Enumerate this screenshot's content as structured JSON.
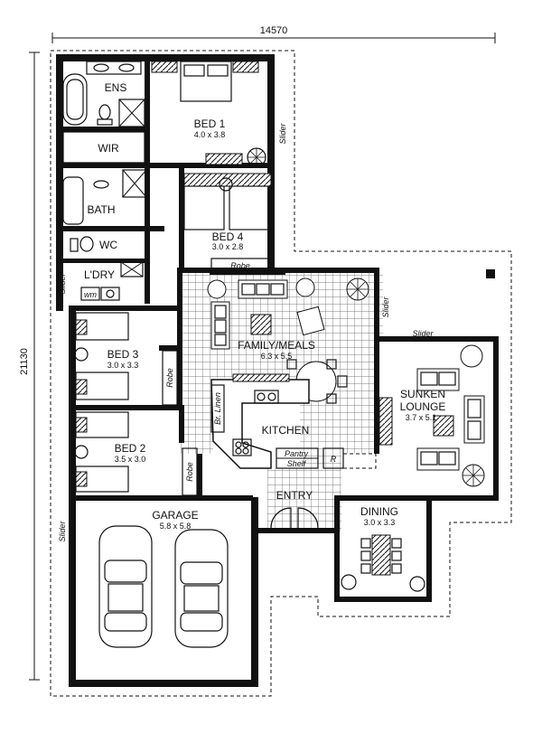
{
  "plan": {
    "overall_width": "14570",
    "overall_depth": "21130",
    "rooms": {
      "ens": "ENS",
      "bed1": {
        "name": "BED 1",
        "size": "4.0 x 3.8"
      },
      "wir": "WIR",
      "bath": "BATH",
      "bed4": {
        "name": "BED 4",
        "size": "3.0 x 2.8"
      },
      "wc": "WC",
      "ldry": "L'DRY",
      "wm": "wm",
      "bed3": {
        "name": "BED 3",
        "size": "3.0 x 3.3"
      },
      "bed2": {
        "name": "BED 2",
        "size": "3.5 x 3.0"
      },
      "family": {
        "name": "FAMILY/MEALS",
        "size": "6.3 x 5.5"
      },
      "kitchen": "KITCHEN",
      "lounge": {
        "name_line1": "SUNKEN",
        "name_line2": "LOUNGE",
        "size": "3.7 x 5.1"
      },
      "entry": "ENTRY",
      "dining": {
        "name": "DINING",
        "size": "3.0 x 3.3"
      },
      "garage": {
        "name": "GARAGE",
        "size": "5.8 x 5.8"
      }
    },
    "labels": {
      "slider_bed1": "Slider",
      "slider_ldry": "Slider",
      "slider_family": "Slider",
      "slider_lounge": "Slider",
      "slider_garage": "Slider",
      "robe_bed4": "Robe",
      "robe_bed3": "Robe",
      "robe_bed2": "Robe",
      "linen": "Br. Linen",
      "pantry": "Pantry",
      "shelf": "Shelf",
      "fridge": "R"
    }
  }
}
